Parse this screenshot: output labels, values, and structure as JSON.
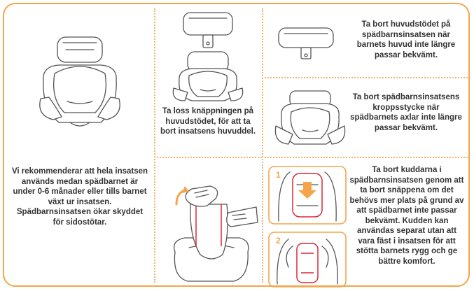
{
  "panels": {
    "full_insert": {
      "text": "Vi rekommenderar att hela insatsen används medan spädbarnet är under 0-6 månader eller tills barnet växt ur insatsen. Spädbarnsinsatsen ökar skyddet för sidostötar."
    },
    "unbutton": {
      "text": "Ta loss knäppningen på huvudstödet, för att ta bort insatsens huvuddel."
    },
    "remove_headrest": {
      "text": "Ta bort huvudstödet på spädbarnsinsatsen när barnets huvud inte längre passar bekvämt."
    },
    "remove_body": {
      "text": "Ta bort spädbarnsinsatsens kroppsstycke när spädbarnets axlar inte längre passar bekvämt."
    },
    "remove_cushions": {
      "text": "Ta bort kuddarna i spädbarnsinsatsen genom att ta bort snäppena om det behövs mer plats på grund av att spädbarnet inte passar bekvämt. Kudden kan användas separat utan att vara fäst i insatsen för att stötta barnets rygg och ge bättre komfort.",
      "steps": [
        "1",
        "2"
      ]
    }
  },
  "colors": {
    "frame": "#f4a54b",
    "accent_red": "#d9293a",
    "line": "#555555"
  }
}
